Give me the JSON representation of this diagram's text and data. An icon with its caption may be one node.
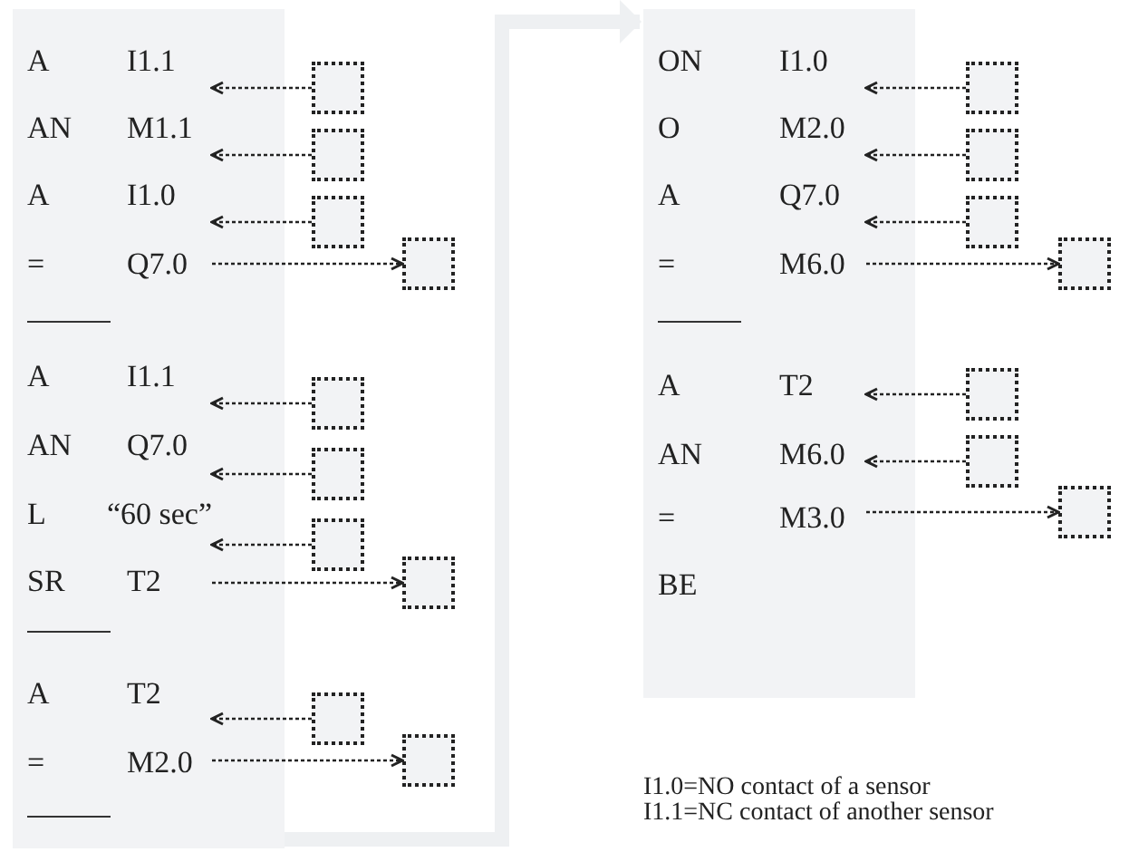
{
  "diagram": {
    "nodes": [
      {
        "text": [],
        "shape": "box"
      },
      {
        "text": [
          "A",
          "I1.1"
        ],
        "in": 0
      },
      {
        "text": [
          "AN",
          "M1.1"
        ],
        "in": 0
      },
      {
        "text": [
          "A",
          "I1.0"
        ],
        "in": 0
      },
      {
        "text": [
          "=",
          "Q7.0"
        ],
        "in": 0
      },
      {
        "text": [
          "A",
          "I1.1"
        ],
        "in": 0
      },
      {
        "text": [
          "AN",
          "Q7.0"
        ],
        "in": 0
      },
      {
        "text": [
          "L",
          "“60 sec”"
        ],
        "in": 0
      },
      {
        "text": [
          "SR",
          "T2"
        ],
        "in": 0
      },
      {
        "text": [
          "A",
          "T2"
        ],
        "in": 0
      },
      {
        "text": [
          "=",
          "M2.0"
        ],
        "in": 0
      },
      {
        "text": [],
        "shape": "box"
      },
      {
        "text": [
          "ON",
          "I1.0"
        ],
        "in": 11
      },
      {
        "text": [
          "O",
          "M2.0"
        ],
        "in": 11
      },
      {
        "text": [
          "A",
          "Q7.0"
        ],
        "in": 11
      },
      {
        "text": [
          "=",
          "M6.0"
        ],
        "in": 11
      },
      {
        "text": [
          "A",
          "T2"
        ],
        "in": 11
      },
      {
        "text": [
          "AN",
          "M6.0"
        ],
        "in": 11
      },
      {
        "text": [
          "=",
          "M3.0"
        ],
        "in": 11
      },
      {
        "text": [
          "BE"
        ],
        "in": 11
      },
      {
        "text": [],
        "shape": "box"
      },
      {
        "text": [],
        "shape": "box"
      },
      {
        "text": [],
        "shape": "box"
      },
      {
        "text": [],
        "shape": "box"
      },
      {
        "text": [],
        "shape": "box"
      },
      {
        "text": [],
        "shape": "box"
      },
      {
        "text": [],
        "shape": "box"
      },
      {
        "text": [],
        "shape": "box"
      },
      {
        "text": [],
        "shape": "box"
      },
      {
        "text": [],
        "shape": "box"
      },
      {
        "text": [],
        "shape": "box"
      },
      {
        "text": [],
        "shape": "box"
      },
      {
        "text": [],
        "shape": "box"
      },
      {
        "text": [],
        "shape": "box"
      },
      {
        "text": [],
        "shape": "box"
      },
      {
        "text": [],
        "shape": "box"
      },
      {
        "text": [],
        "shape": "box"
      }
    ],
    "edges": [
      {
        "from": 0,
        "to": 11,
        "arrow": "to",
        "style": "thick",
        "color": "#eef0f2"
      },
      {
        "from": 20,
        "to": 1,
        "arrow": "to",
        "style": "dashed"
      },
      {
        "from": 21,
        "to": 2,
        "arrow": "to",
        "style": "dashed"
      },
      {
        "from": 22,
        "to": 3,
        "arrow": "to",
        "style": "dashed"
      },
      {
        "from": 4,
        "to": 23,
        "arrow": "to",
        "style": "dashed"
      },
      {
        "from": 24,
        "to": 5,
        "arrow": "to",
        "style": "dashed"
      },
      {
        "from": 25,
        "to": 6,
        "arrow": "to",
        "style": "dashed"
      },
      {
        "from": 26,
        "to": 7,
        "arrow": "to",
        "style": "dashed"
      },
      {
        "from": 8,
        "to": 27,
        "arrow": "to",
        "style": "dashed"
      },
      {
        "from": 28,
        "to": 9,
        "arrow": "to",
        "style": "dashed"
      },
      {
        "from": 10,
        "to": 29,
        "arrow": "to",
        "style": "dashed"
      },
      {
        "from": 30,
        "to": 12,
        "arrow": "to",
        "style": "dashed"
      },
      {
        "from": 31,
        "to": 13,
        "arrow": "to",
        "style": "dashed"
      },
      {
        "from": 32,
        "to": 14,
        "arrow": "to",
        "style": "dashed"
      },
      {
        "from": 15,
        "to": 33,
        "arrow": "to",
        "style": "dashed"
      },
      {
        "from": 34,
        "to": 16,
        "arrow": "to",
        "style": "dashed"
      },
      {
        "from": 35,
        "to": 17,
        "arrow": "to",
        "style": "dashed"
      },
      {
        "from": 18,
        "to": 36,
        "arrow": "to",
        "style": "dashed"
      }
    ],
    "labels": [
      "I1.0=NO contact of a sensor",
      "I1.1=NC contact of another sensor"
    ]
  }
}
